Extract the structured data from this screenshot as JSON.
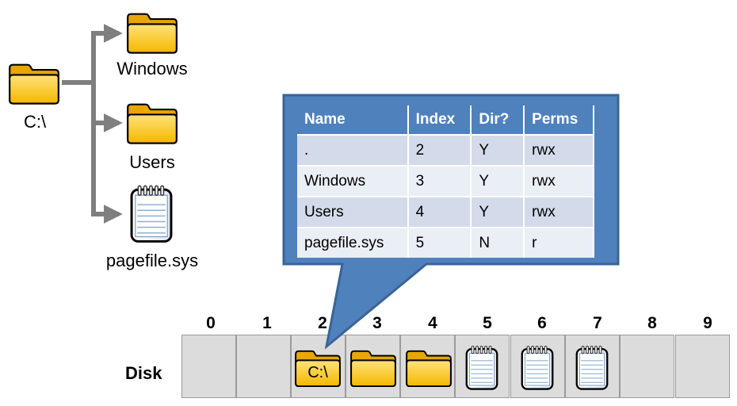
{
  "tree": {
    "root": {
      "label": "C:\\",
      "icon": "folder-icon"
    },
    "children": [
      {
        "label": "Windows",
        "icon": "folder-icon"
      },
      {
        "label": "Users",
        "icon": "folder-icon"
      },
      {
        "label": "pagefile.sys",
        "icon": "notepad-file-icon"
      }
    ]
  },
  "directory_table": {
    "headers": [
      "Name",
      "Index",
      "Dir?",
      "Perms"
    ],
    "rows": [
      [
        ".",
        "2",
        "Y",
        "rwx"
      ],
      [
        "Windows",
        "3",
        "Y",
        "rwx"
      ],
      [
        "Users",
        "4",
        "Y",
        "rwx"
      ],
      [
        "pagefile.sys",
        "5",
        "N",
        "r"
      ]
    ]
  },
  "disk": {
    "label": "Disk",
    "blocks": [
      "0",
      "1",
      "2",
      "3",
      "4",
      "5",
      "6",
      "7",
      "8",
      "9"
    ],
    "contents": [
      "",
      "",
      "folder-icon",
      "folder-icon",
      "folder-icon",
      "notepad-file-icon",
      "notepad-file-icon",
      "notepad-file-icon",
      "",
      ""
    ],
    "root_block_text": "C:\\"
  },
  "colors": {
    "callout_fill": "#4f81bd",
    "callout_border": "#3a6496",
    "folder_fill": "#ffc000",
    "arrow_gray": "#7f7f7f",
    "disk_fill": "#dcdcdc"
  }
}
